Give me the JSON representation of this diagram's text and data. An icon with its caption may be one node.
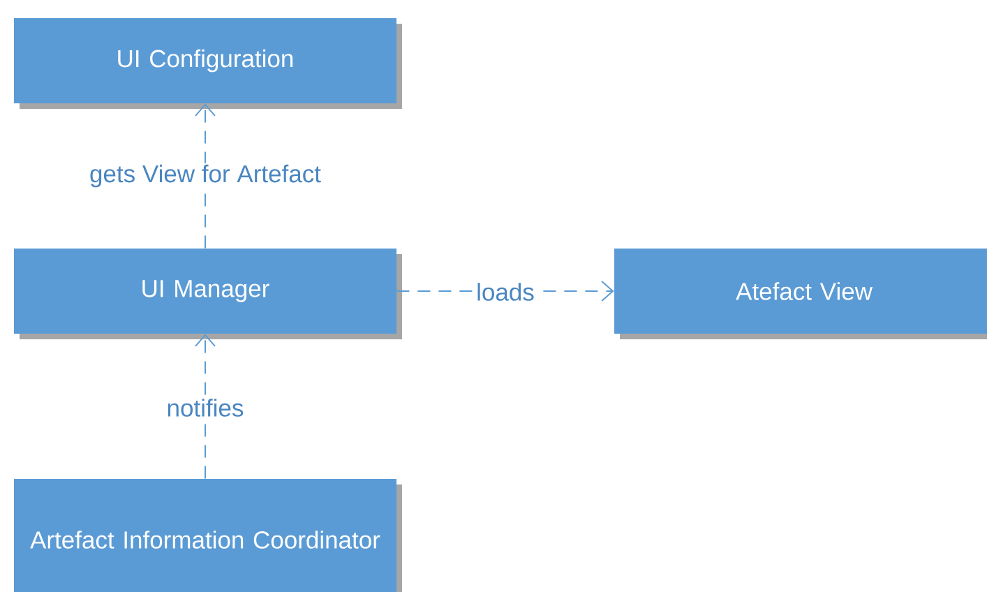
{
  "diagram": {
    "nodes": [
      {
        "text": [
          "UI Configuration"
        ]
      },
      {
        "text": [
          "UI Manager"
        ]
      },
      {
        "text": [
          "Atefact View"
        ]
      },
      {
        "text": [
          "Artefact Information Coordinator"
        ]
      }
    ],
    "edges": [
      {
        "from": 1,
        "to": 0,
        "arrow": "to",
        "label": "gets View for Artefact",
        "style": "dashed"
      },
      {
        "from": 1,
        "to": 2,
        "arrow": "to",
        "label": "loads",
        "style": "dashed"
      },
      {
        "from": 3,
        "to": 1,
        "arrow": "to",
        "label": "notifies",
        "style": "dashed"
      }
    ]
  }
}
